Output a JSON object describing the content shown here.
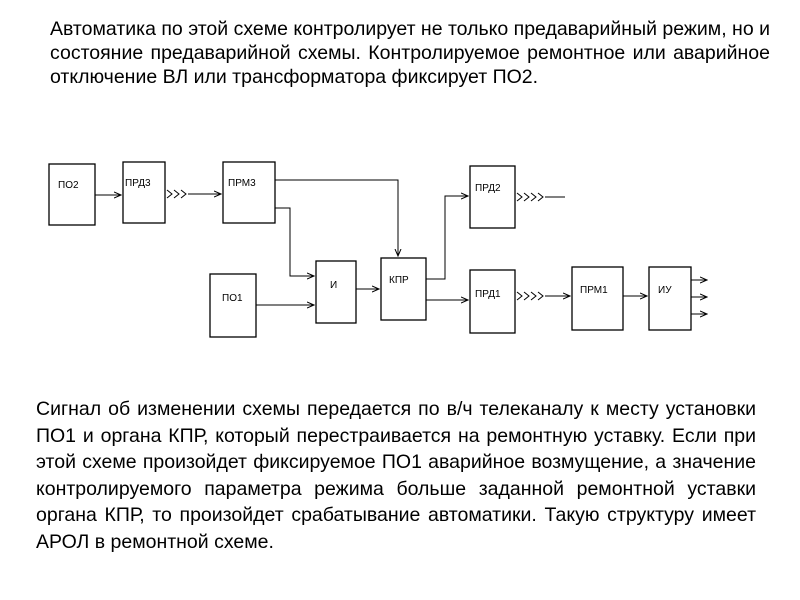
{
  "text_top": "Автоматика по этой схеме контролирует не только предаварийный режим, но и состояние предаварийной схемы. Контролируемое ремонтное или аварийное отключение ВЛ или трансформатора фиксирует ПО2.",
  "text_bottom": "Сигнал об изменении схемы передается по в/ч телеканалу к месту установки ПО1 и органа КПР, который перестраивается на ремонтную уставку. Если при этой схеме произойдет фиксируемое ПО1 аварийное возмущение, а значение контролируемого параметра режима больше заданной ремонтной уставки органа КПР, то произойдет срабатывание автоматики. Такую структуру имеет АРОЛ в ремонтной схеме.",
  "diagram": {
    "blocks": {
      "po2": "ПО2",
      "prd3": "ПРД3",
      "prm3": "ПРМ3",
      "po1": "ПО1",
      "and": "И",
      "kpr": "КПР",
      "prd2": "ПРД2",
      "prd1": "ПРД1",
      "prm1": "ПРМ1",
      "iu": "ИУ"
    }
  }
}
